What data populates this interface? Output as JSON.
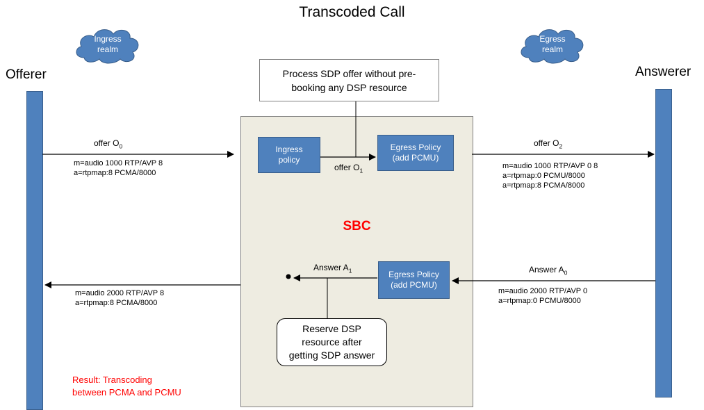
{
  "title": "Transcoded Call",
  "left_endpoint": {
    "label": "Offerer"
  },
  "right_endpoint": {
    "label": "Answerer"
  },
  "clouds": {
    "ingress": {
      "line1": "Ingress",
      "line2": "realm"
    },
    "egress": {
      "line1": "Egress",
      "line2": "realm"
    }
  },
  "sbc": {
    "label": "SBC"
  },
  "policies": {
    "ingress_top": {
      "line1": "Ingress",
      "line2": "policy"
    },
    "egress_top": {
      "line1": "Egress Policy",
      "line2": "(add PCMU)"
    },
    "egress_bottom": {
      "line1": "Egress Policy",
      "line2": "(add PCMU)"
    }
  },
  "notes": {
    "process_offer": {
      "line1": "Process SDP offer without pre-",
      "line2": "booking any DSP resource"
    },
    "reserve_dsp": {
      "line1": "Reserve DSP",
      "line2": "resource after",
      "line3": "getting SDP answer"
    }
  },
  "messages": {
    "offer_o0": {
      "text": "offer O",
      "sub": "0"
    },
    "offer_o1": {
      "text": "offer O",
      "sub": "1"
    },
    "offer_o2": {
      "text": "offer O",
      "sub": "2"
    },
    "answer_a0": {
      "text": "Answer A",
      "sub": "0"
    },
    "answer_a1": {
      "text": "Answer A",
      "sub": "1"
    }
  },
  "sdp": {
    "offer_o0": [
      "m=audio 1000 RTP/AVP 8",
      "a=rtpmap:8 PCMA/8000"
    ],
    "offer_o2": [
      "m=audio 1000 RTP/AVP 0 8",
      "a=rtpmap:0 PCMU/8000",
      "a=rtpmap:8 PCMA/8000"
    ],
    "answer_a0": [
      "m=audio 2000 RTP/AVP 0",
      "a=rtpmap:0 PCMU/8000"
    ],
    "answer_final": [
      "m=audio 2000 RTP/AVP 8",
      "a=rtpmap:8 PCMA/8000"
    ]
  },
  "result": {
    "line1": "Result:  Transcoding",
    "line2": "between PCMA and PCMU"
  },
  "colors": {
    "lifeline": "#4f81bd",
    "sbc_background": "#eeece1",
    "sbc_label": "#ff0000",
    "result_text": "#ff0000"
  }
}
